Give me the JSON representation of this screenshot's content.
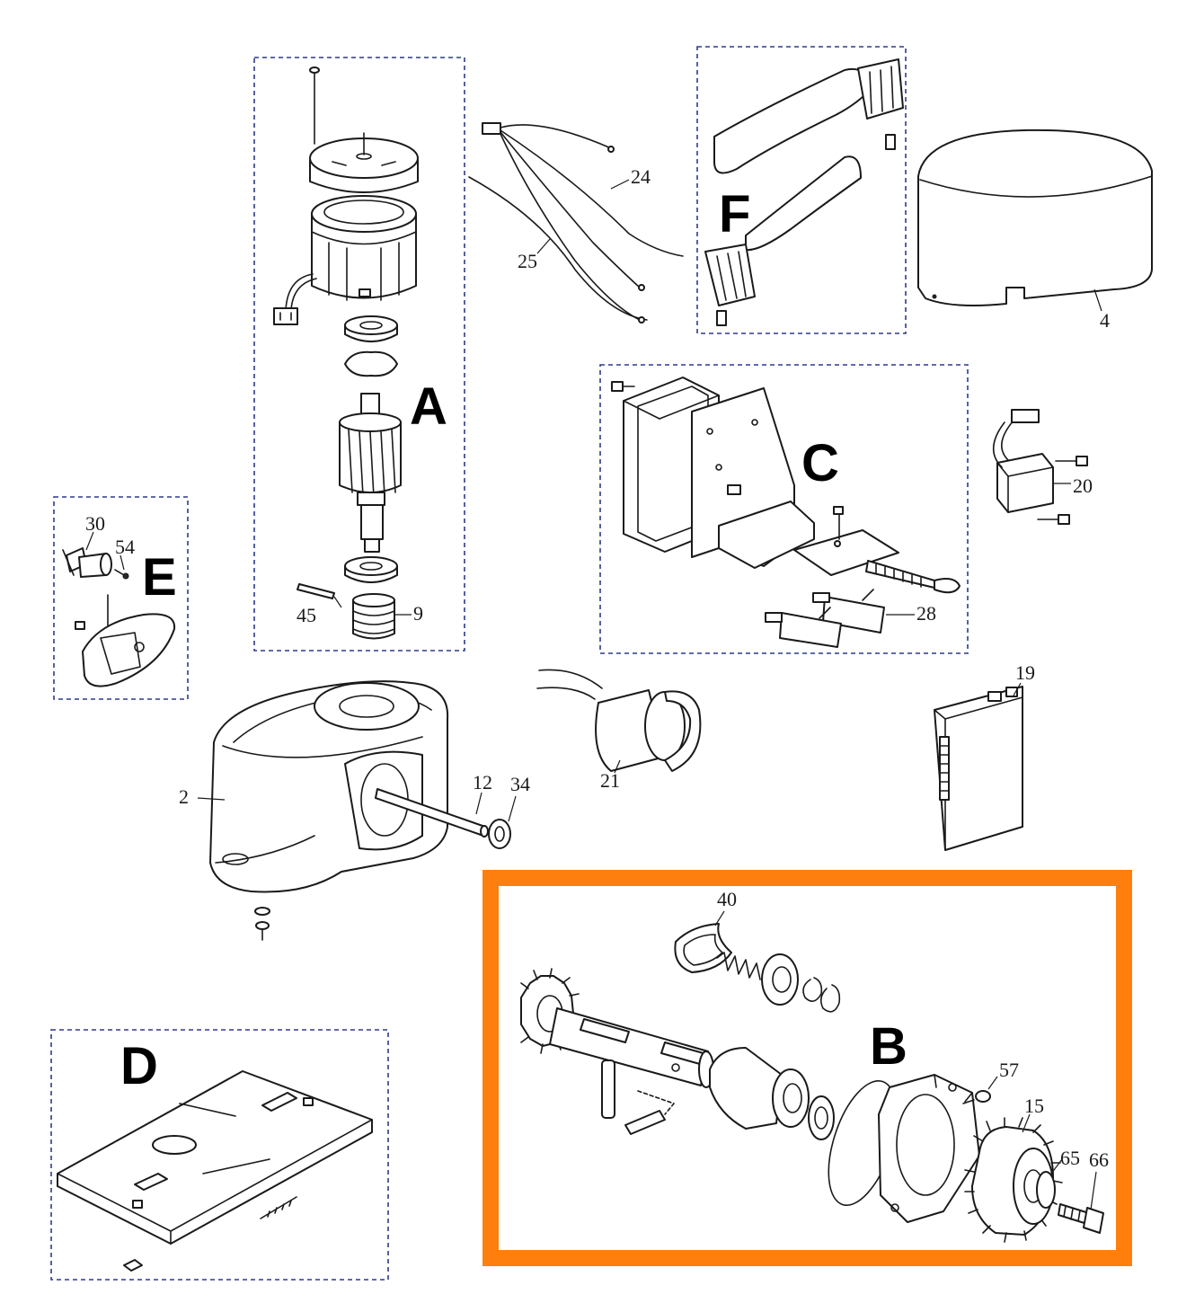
{
  "colors": {
    "highlight": "#ff7f0e",
    "group_border": "#2d3a8c",
    "line": "#1a1a1a"
  },
  "groups": {
    "A": "A",
    "B": "B",
    "C": "C",
    "D": "D",
    "E": "E",
    "F": "F"
  },
  "highlighted_group": "B",
  "parts": {
    "p2": "2",
    "p4": "4",
    "p9": "9",
    "p12": "12",
    "p15": "15",
    "p19": "19",
    "p20": "20",
    "p21": "21",
    "p24": "24",
    "p25": "25",
    "p28": "28",
    "p30": "30",
    "p34": "34",
    "p40": "40",
    "p45": "45",
    "p54": "54",
    "p57": "57",
    "p65": "65",
    "p66": "66"
  }
}
